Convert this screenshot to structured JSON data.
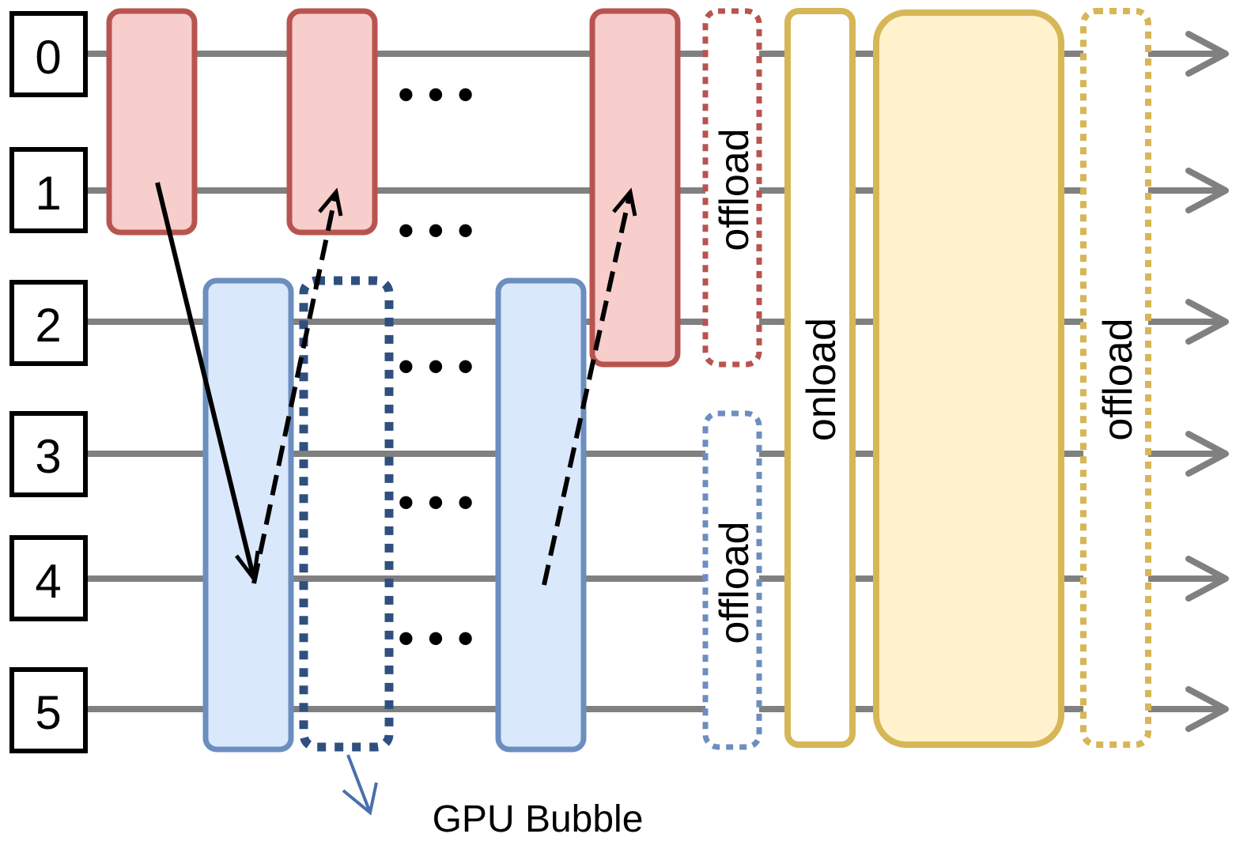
{
  "stages": [
    "0",
    "1",
    "2",
    "3",
    "4",
    "5"
  ],
  "labels": {
    "offload_top": "offload",
    "offload_bottom": "offload",
    "onload": "onload",
    "offload_right": "offload",
    "gpu_bubble": "GPU Bubble"
  },
  "ellipses": [
    "• • •",
    "• • •",
    "• • •",
    "• • •",
    "• • •"
  ],
  "colors": {
    "timeline": "#808080",
    "red_fill": "#f8cecc",
    "red_stroke": "#b85450",
    "blue_fill": "#dae8fc",
    "blue_stroke": "#6c8ebf",
    "bubble_stroke": "#2f4f7f",
    "yellow_fill": "#fff2cc",
    "yellow_stroke": "#d6b656",
    "arrow": "#000000",
    "pointer": "#4a6fad"
  }
}
